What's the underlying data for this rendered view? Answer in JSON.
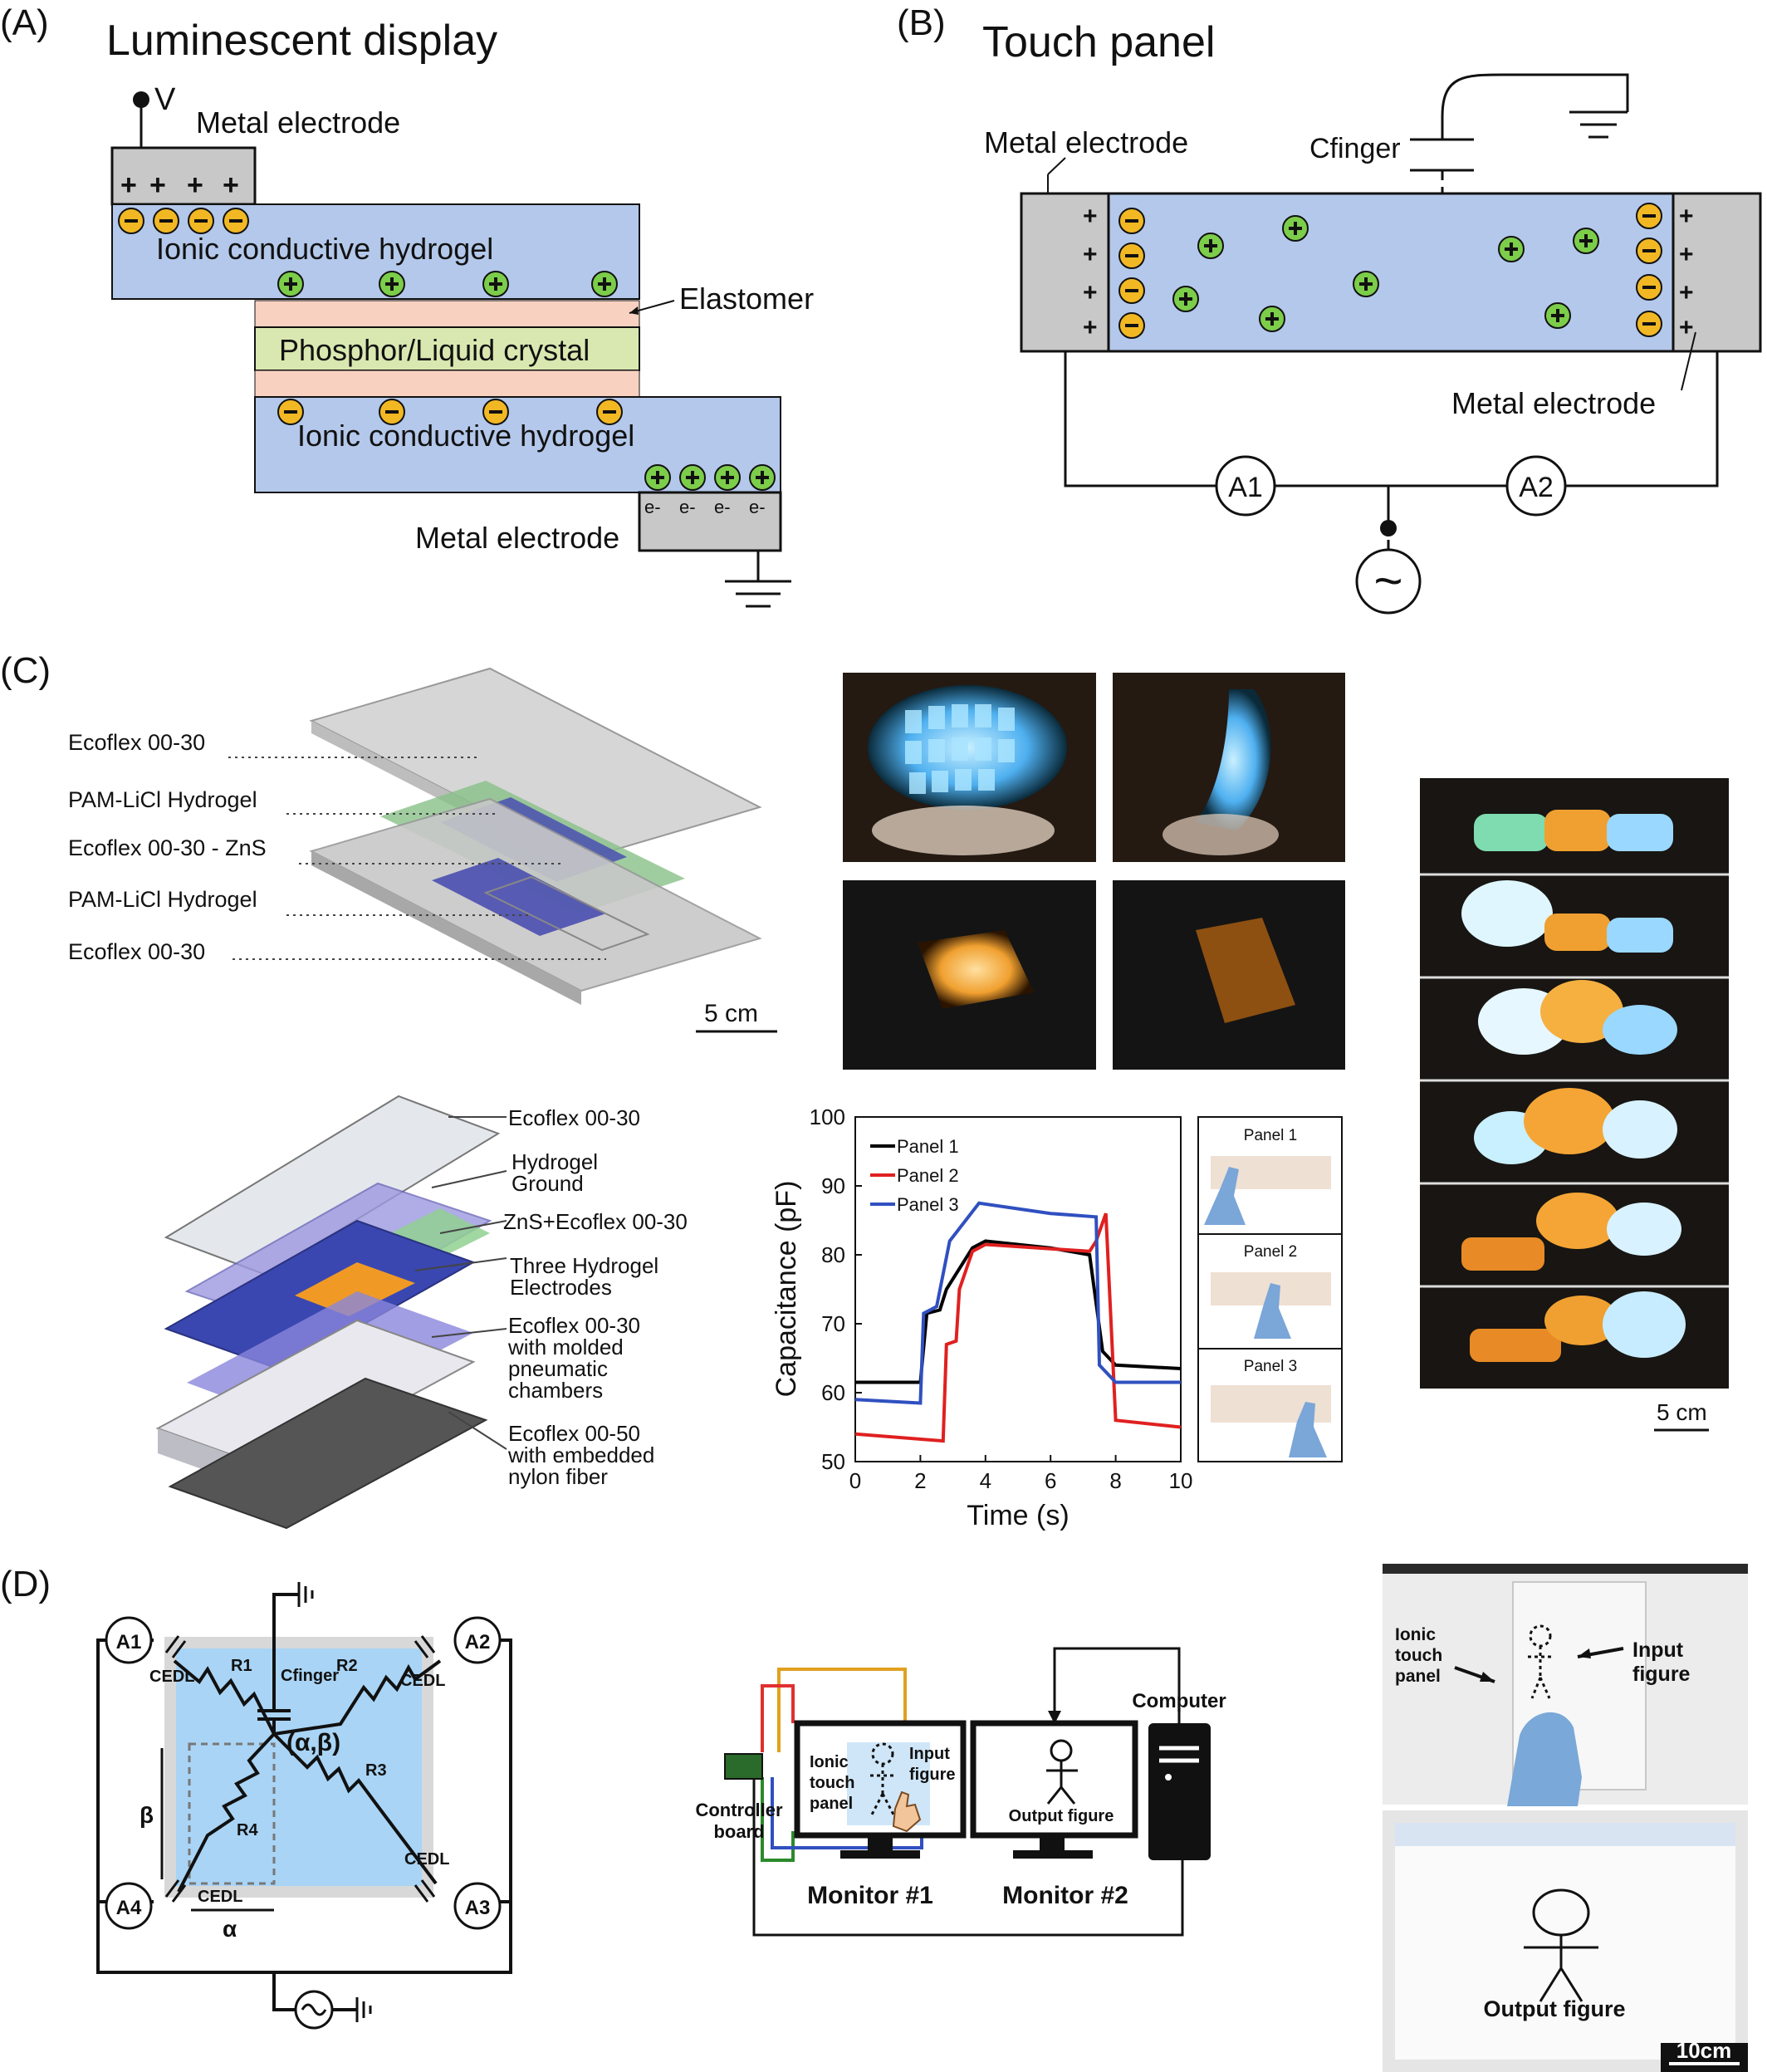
{
  "panel_a": {
    "label": "(A)",
    "title": "Luminescent display",
    "voltage": "V",
    "metal_electrode_top": "Metal electrode",
    "hydrogel_top": "Ionic conductive hydrogel",
    "elastomer": "Elastomer",
    "phosphor": "Phosphor/Liquid crystal",
    "hydrogel_bottom": "Ionic conductive hydrogel",
    "metal_electrode_bottom": "Metal electrode",
    "electron": "e-"
  },
  "panel_b": {
    "label": "(B)",
    "title": "Touch panel",
    "metal_electrode_left": "Metal electrode",
    "c_finger": "Cfinger",
    "metal_electrode_right": "Metal electrode",
    "ammeter_1": "A1",
    "ammeter_2": "A2",
    "ac_source": "~"
  },
  "panel_c": {
    "label": "(C)",
    "layers": [
      "Ecoflex 00-30",
      "PAM-LiCl Hydrogel",
      "Ecoflex 00-30 - ZnS",
      "PAM-LiCl Hydrogel",
      "Ecoflex 00-30"
    ],
    "scale_top": "5 cm",
    "scale_right": "5 cm",
    "exploded_labels": [
      "Ecoflex 00-30",
      "Hydrogel\nGround",
      "ZnS+Ecoflex 00-30",
      "Three Hydrogel\nElectrodes",
      "Ecoflex 00-30\nwith molded\npneumatic\nchambers",
      "Ecoflex 00-50\nwith embedded\nnylon fiber"
    ],
    "inset_labels": [
      "Panel 1",
      "Panel 2",
      "Panel 3"
    ],
    "accent_blue": "#4fb0f0",
    "accent_orange": "#f0a030"
  },
  "chart_data": {
    "type": "line",
    "xlabel": "Time (s)",
    "ylabel": "Capacitance (pF)",
    "xlim": [
      0,
      10
    ],
    "ylim": [
      50,
      100
    ],
    "xticks": [
      0,
      2,
      4,
      6,
      8,
      10
    ],
    "yticks": [
      50,
      60,
      70,
      80,
      90,
      100
    ],
    "legend_position": "top-left",
    "series": [
      {
        "name": "Panel 1",
        "color": "#000000",
        "x": [
          0,
          2.0,
          2.2,
          2.6,
          2.8,
          3.6,
          4.0,
          6.0,
          7.2,
          7.6,
          8.0,
          10
        ],
        "y": [
          61.5,
          61.5,
          71.5,
          72,
          75,
          81,
          82,
          81,
          80,
          66,
          64,
          63.5
        ]
      },
      {
        "name": "Panel 2",
        "color": "#e02020",
        "x": [
          0,
          2.7,
          2.8,
          3.1,
          3.2,
          3.6,
          4.0,
          7.2,
          7.4,
          7.7,
          8.0,
          10
        ],
        "y": [
          54,
          53,
          67,
          67.5,
          75,
          80.5,
          81.5,
          80.5,
          82,
          86,
          56,
          55
        ]
      },
      {
        "name": "Panel 3",
        "color": "#3050c0",
        "x": [
          0,
          2.0,
          2.1,
          2.5,
          2.9,
          3.8,
          6.0,
          7.4,
          7.5,
          8.0,
          10
        ],
        "y": [
          59,
          58.5,
          71.5,
          72.5,
          82,
          87.5,
          86,
          85.5,
          64,
          61.5,
          61.5
        ]
      }
    ]
  },
  "panel_d": {
    "label": "(D)",
    "ammeters": [
      "A1",
      "A2",
      "A3",
      "A4"
    ],
    "cedl": "CEDL",
    "c_finger": "Cfinger",
    "resistors": [
      "R1",
      "R2",
      "R3",
      "R4"
    ],
    "position": "(α,β)",
    "alpha": "α",
    "beta": "β",
    "controller": "Controller\nboard",
    "touch_panel": "Ionic\ntouch\npanel",
    "input_figure": "Input\nfigure",
    "output_figure": "Output figure",
    "monitor_1": "Monitor #1",
    "monitor_2": "Monitor #2",
    "computer": "Computer",
    "photo_touch_panel": "Ionic\ntouch\npanel",
    "photo_input_figure": "Input\nfigure",
    "photo_output_figure": "Output figure",
    "photo_scale": "10cm"
  }
}
